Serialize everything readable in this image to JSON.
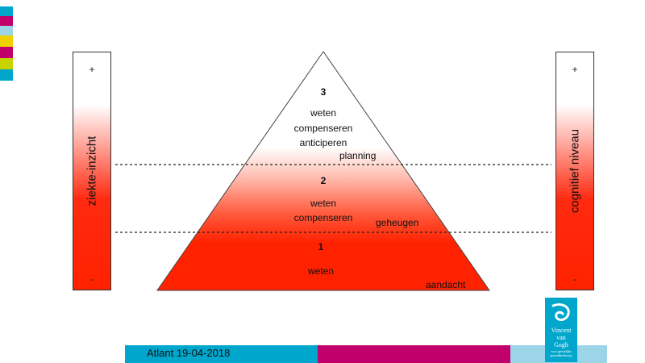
{
  "left_bar": {
    "label": "ziekte-inzicht",
    "plus": "+",
    "minus": "-"
  },
  "right_bar": {
    "label": "cognitief niveau",
    "plus": "+",
    "minus": "-"
  },
  "pyramid": {
    "levels": [
      {
        "number": "3",
        "lines": [
          "weten",
          "compenseren",
          "anticiperen"
        ],
        "tag": "planning"
      },
      {
        "number": "2",
        "lines": [
          "weten",
          "compenseren"
        ],
        "tag": "geheugen"
      },
      {
        "number": "1",
        "lines": [
          "weten"
        ],
        "tag": "aandacht"
      }
    ]
  },
  "footer": {
    "text": "Atlant 19-04-2018"
  },
  "logo": {
    "line1": "Vincent",
    "line2": "van",
    "line3": "Gogh",
    "tagline": "voor geestelijke gezondheidszorg"
  },
  "colors": {
    "red": "#ff2200",
    "teal": "#00a6cc",
    "magenta": "#c2006b",
    "light_blue": "#9dd5e8",
    "yellow": "#f0d000",
    "lime": "#c8d400"
  }
}
